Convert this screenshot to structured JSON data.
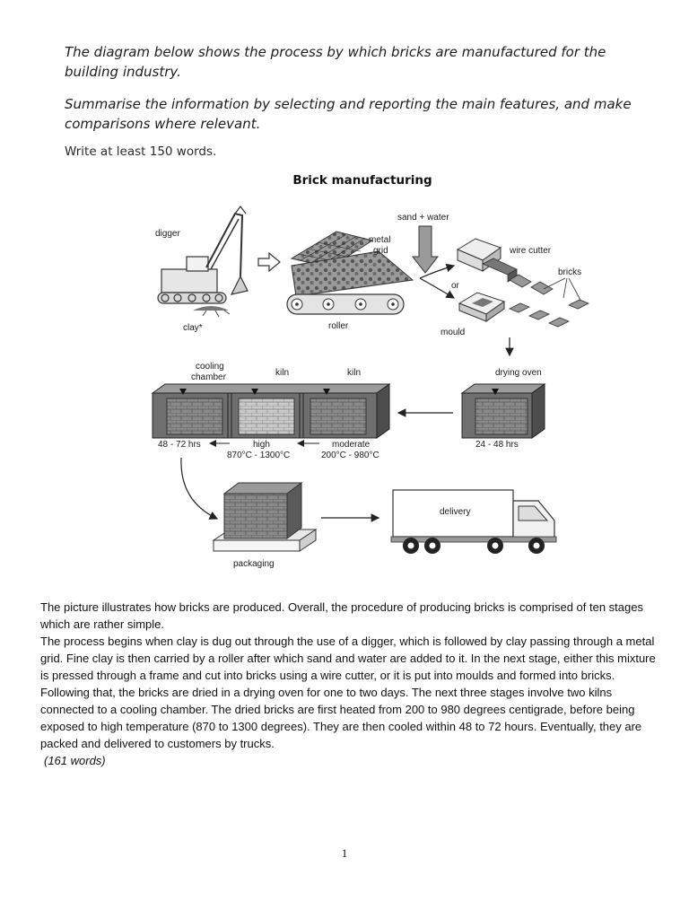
{
  "task": {
    "line1": "The diagram below shows the process by which bricks are manufactured for the building industry.",
    "line2": "Summarise the information by selecting and reporting the main features, and make comparisons where relevant.",
    "instruction": "Write at least 150 words."
  },
  "diagram": {
    "title": "Brick manufacturing",
    "labels": {
      "digger": "digger",
      "clay": "clay*",
      "metal_grid_1": "metal",
      "metal_grid_2": "grid",
      "roller": "roller",
      "sand_water": "sand + water",
      "wire_cutter": "wire cutter",
      "bricks": "bricks",
      "or": "or",
      "mould": "mould",
      "drying_oven": "drying oven",
      "drying_time": "24 - 48 hrs",
      "cooling_1": "cooling",
      "cooling_2": "chamber",
      "kiln_a": "kiln",
      "kiln_b": "kiln",
      "cool_time": "48 - 72 hrs",
      "high": "high",
      "high_temp": "870°C - 1300°C",
      "moderate": "moderate",
      "moderate_temp": "200°C - 980°C",
      "packaging": "packaging",
      "delivery": "delivery"
    }
  },
  "essay": {
    "p1": "The picture illustrates how bricks are produced. Overall, the procedure of producing bricks is comprised of ten stages which are rather simple.",
    "p2": "The process begins when clay is dug out through the use of a digger, which is followed by clay passing through a metal grid. Fine clay is then carried by a roller after which sand and water are added to it. In the next stage, either this mixture is pressed through a frame and cut into bricks using a wire cutter, or it is put into moulds and formed into bricks. Following that, the bricks are dried in a drying oven for one to two days. The next three stages involve two kilns connected to a cooling chamber. The dried bricks are first heated from 200 to 980 degrees centigrade, before being exposed to high temperature (870 to 1300 degrees). They are then cooled within 48 to 72 hours. Eventually, they are packed and delivered to customers by trucks.",
    "word_count": "(161 words)"
  },
  "page_number": "1"
}
